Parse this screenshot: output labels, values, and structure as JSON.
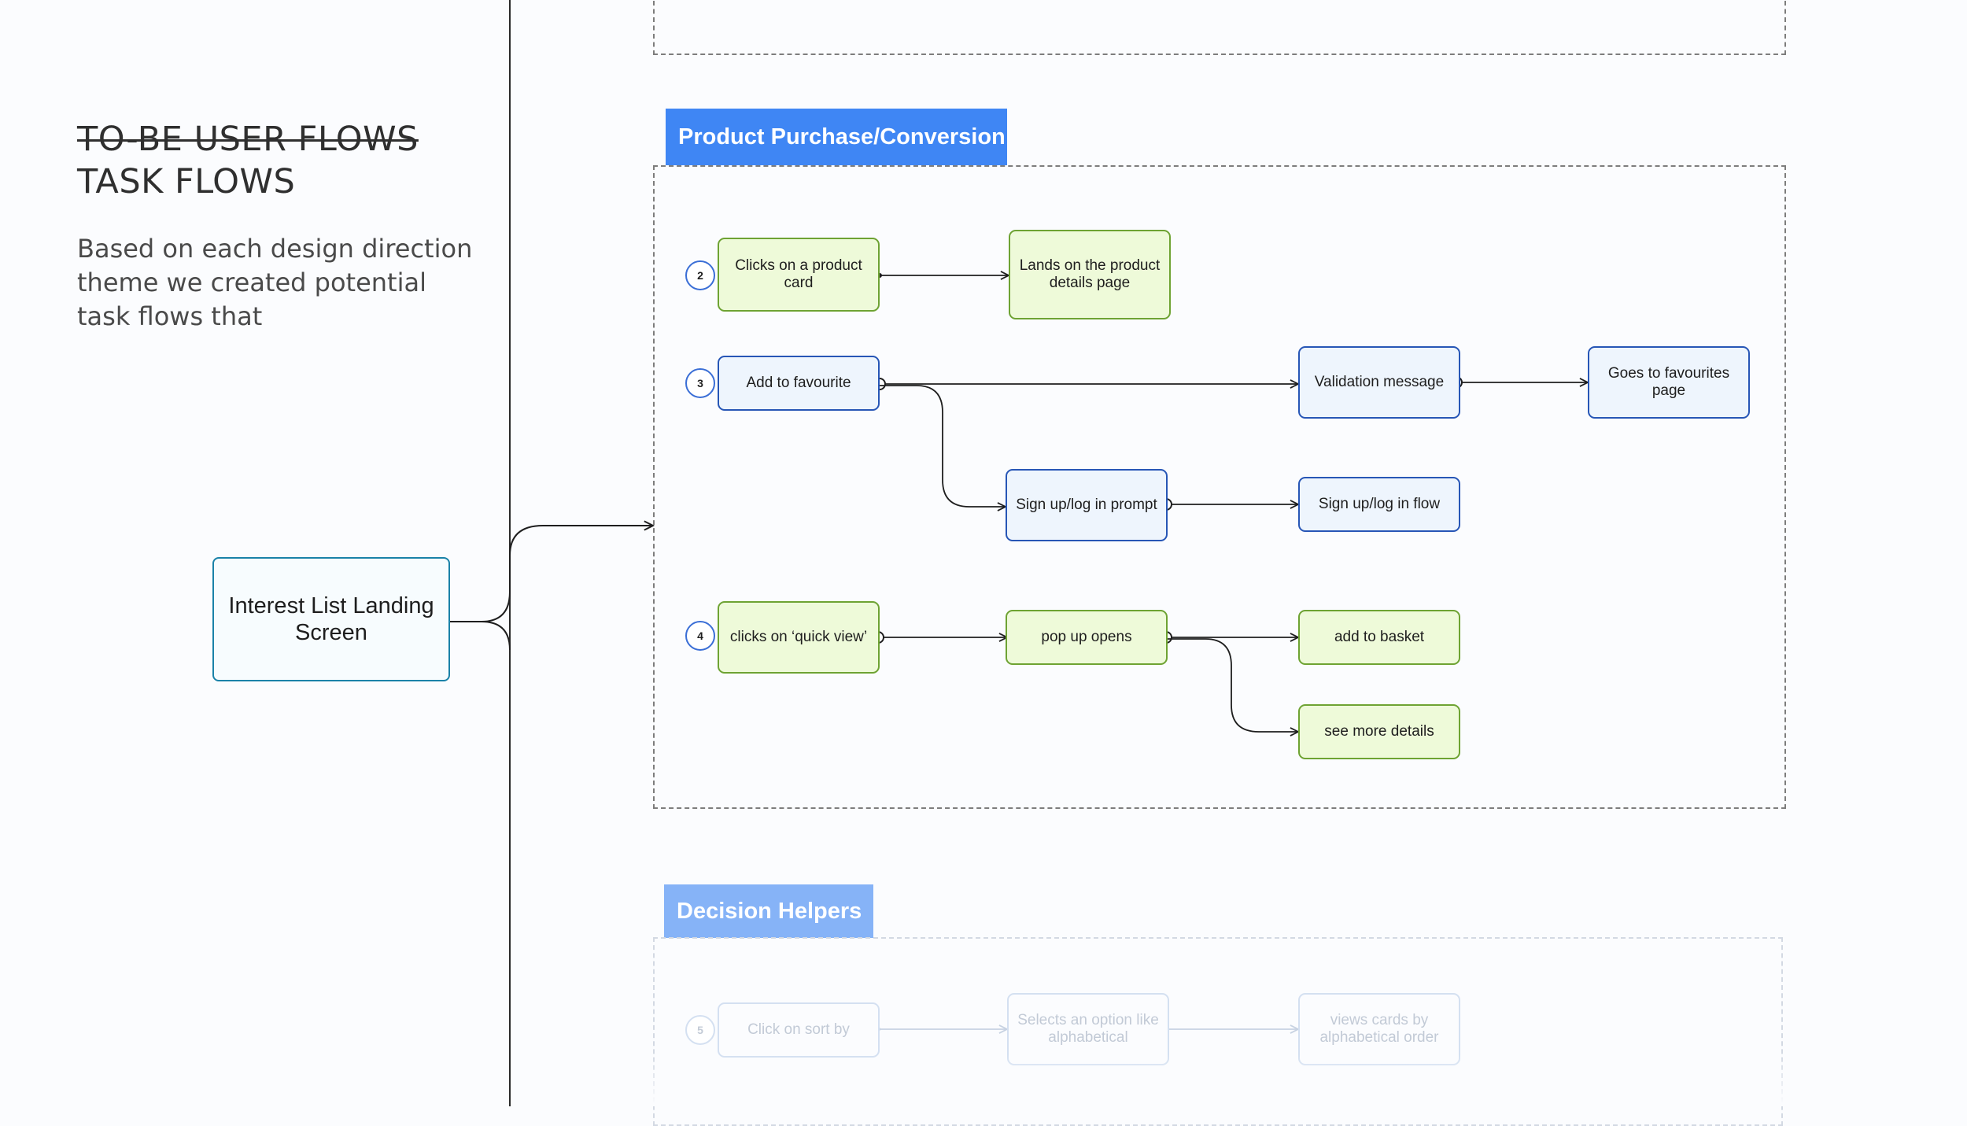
{
  "header": {
    "title_struck": "TO-BE USER FLOWS",
    "title": "TASK FLOWS",
    "description": "Based on each design direction theme we created potential task flows that"
  },
  "start_node": {
    "label": "Interest List Landing Screen"
  },
  "sections": [
    {
      "id": "purchase",
      "title": "Product Purchase/Conversion",
      "tab_color": "#3f86f4",
      "flows": [
        {
          "step": "2",
          "nodes": [
            "Clicks on a product card",
            "Lands on the product details page"
          ]
        },
        {
          "step": "3",
          "nodes": [
            "Add to favourite",
            "Validation message",
            "Goes to favourites page",
            "Sign up/log in prompt",
            "Sign up/log in flow"
          ]
        },
        {
          "step": "4",
          "nodes": [
            "clicks on ‘quick view’",
            "pop up opens",
            "add to basket",
            "see more details"
          ]
        }
      ]
    },
    {
      "id": "decision",
      "title": "Decision Helpers",
      "tab_color": "#86b3f7",
      "flows": [
        {
          "step": "5",
          "nodes": [
            "Click on sort by",
            "Selects an option like alphabetical",
            "views cards by alphabetical order"
          ]
        }
      ]
    }
  ],
  "colors": {
    "green_fill": "#eefad9",
    "green_border": "#6ea333",
    "blue_fill": "#eef5fd",
    "blue_border": "#2756b6",
    "start_border": "#1a82a8",
    "connector": "#1e1e1e"
  }
}
